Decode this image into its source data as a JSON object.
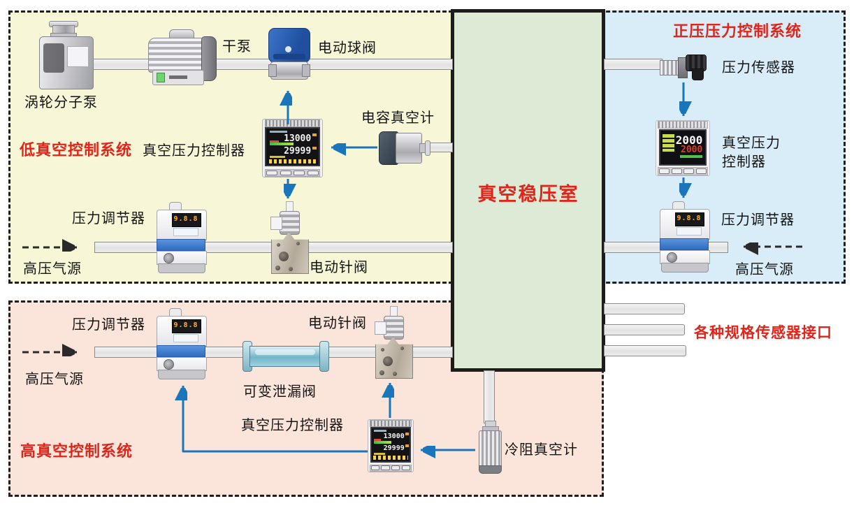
{
  "titles": {
    "low_vacuum": "低真空控制系统",
    "positive_pressure": "正压压力控制系统",
    "high_vacuum": "高真空控制系统",
    "chamber": "真空稳压室",
    "sensor_ports": "各种规格传感器接口"
  },
  "low_vacuum": {
    "turbo_pump": "涡轮分子泵",
    "dry_pump": "干泵",
    "ball_valve": "电动球阀",
    "cap_gauge": "电容真空计",
    "controller": "真空压力控制器",
    "regulator": "压力调节器",
    "gas_source": "高压气源",
    "needle_valve": "电动针阀"
  },
  "positive_pressure": {
    "sensor": "压力传感器",
    "controller_line1": "真空压力",
    "controller_line2": "控制器",
    "regulator": "压力调节器",
    "gas_source": "高压气源"
  },
  "high_vacuum": {
    "regulator": "压力调节器",
    "gas_source": "高压气源",
    "needle_valve": "电动针阀",
    "leak_valve": "可变泄漏阀",
    "controller": "真空压力控制器",
    "cold_gauge": "冷阻真空计"
  },
  "displays": {
    "dark_controller": {
      "line1": "13000",
      "line2": "29999"
    },
    "light_controller": {
      "line1": "2000",
      "line2": "2000"
    },
    "regulator": "9.8.8"
  },
  "colors": {
    "low_vacuum_bg": "#f7f7d8",
    "positive_pressure_bg": "#d9edf8",
    "high_vacuum_bg": "#fbe5da",
    "chamber_bg": "#dcead6",
    "title_red": "#e0251b",
    "signal_arrow_blue": "#1b75bb",
    "pipe_grey": "#e9e9e9"
  }
}
